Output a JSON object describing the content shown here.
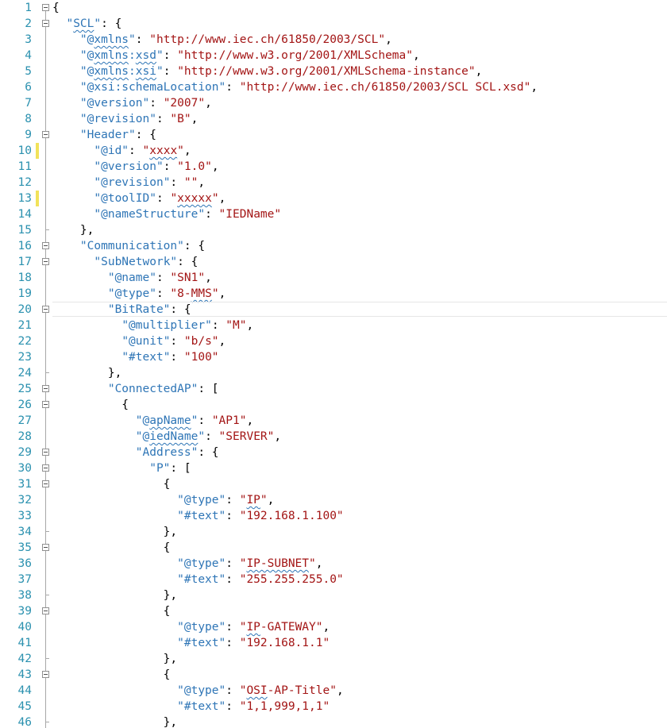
{
  "editor": {
    "colors": {
      "line_number": "#2b91af",
      "key": "#2e75b6",
      "string": "#a31515",
      "punct": "#000000",
      "change_marker": "#f2e25a",
      "spell_squiggle": "#2e75b6"
    },
    "lines": [
      {
        "n": "1",
        "fold": "box",
        "tokens": [
          [
            "p",
            "{"
          ]
        ]
      },
      {
        "n": "2",
        "fold": "box",
        "tokens": [
          [
            "p",
            "  "
          ],
          [
            "k",
            "\""
          ],
          [
            "k",
            "SCL",
            1
          ],
          [
            "k",
            "\""
          ],
          [
            "p",
            ": {"
          ]
        ]
      },
      {
        "n": "3",
        "tokens": [
          [
            "p",
            "    "
          ],
          [
            "k",
            "\"@"
          ],
          [
            "k",
            "xmlns",
            1
          ],
          [
            "k",
            "\""
          ],
          [
            "p",
            ": "
          ],
          [
            "s",
            "\"http://www.iec.ch/61850/2003/SCL\""
          ],
          [
            "p",
            ","
          ]
        ]
      },
      {
        "n": "4",
        "tokens": [
          [
            "p",
            "    "
          ],
          [
            "k",
            "\"@"
          ],
          [
            "k",
            "xmlns",
            1
          ],
          [
            "k",
            ":"
          ],
          [
            "k",
            "xsd",
            1
          ],
          [
            "k",
            "\""
          ],
          [
            "p",
            ": "
          ],
          [
            "s",
            "\"http://www.w3.org/2001/XMLSchema\""
          ],
          [
            "p",
            ","
          ]
        ]
      },
      {
        "n": "5",
        "tokens": [
          [
            "p",
            "    "
          ],
          [
            "k",
            "\"@"
          ],
          [
            "k",
            "xmlns",
            1
          ],
          [
            "k",
            ":"
          ],
          [
            "k",
            "xsi",
            1
          ],
          [
            "k",
            "\""
          ],
          [
            "p",
            ": "
          ],
          [
            "s",
            "\"http://www.w3.org/2001/XMLSchema-instance\""
          ],
          [
            "p",
            ","
          ]
        ]
      },
      {
        "n": "6",
        "tokens": [
          [
            "p",
            "    "
          ],
          [
            "k",
            "\"@xsi:schemaLocation\""
          ],
          [
            "p",
            ": "
          ],
          [
            "s",
            "\"http://www.iec.ch/61850/2003/SCL SCL.xsd\""
          ],
          [
            "p",
            ","
          ]
        ]
      },
      {
        "n": "7",
        "tokens": [
          [
            "p",
            "    "
          ],
          [
            "k",
            "\"@version\""
          ],
          [
            "p",
            ": "
          ],
          [
            "s",
            "\"2007\""
          ],
          [
            "p",
            ","
          ]
        ]
      },
      {
        "n": "8",
        "tokens": [
          [
            "p",
            "    "
          ],
          [
            "k",
            "\"@revision\""
          ],
          [
            "p",
            ": "
          ],
          [
            "s",
            "\"B\""
          ],
          [
            "p",
            ","
          ]
        ]
      },
      {
        "n": "9",
        "fold": "box",
        "tokens": [
          [
            "p",
            "    "
          ],
          [
            "k",
            "\"Header\""
          ],
          [
            "p",
            ": {"
          ]
        ]
      },
      {
        "n": "10",
        "mark": true,
        "tokens": [
          [
            "p",
            "      "
          ],
          [
            "k",
            "\"@id\""
          ],
          [
            "p",
            ": "
          ],
          [
            "s",
            "\""
          ],
          [
            "s",
            "xxxx",
            1
          ],
          [
            "s",
            "\""
          ],
          [
            "p",
            ","
          ]
        ]
      },
      {
        "n": "11",
        "tokens": [
          [
            "p",
            "      "
          ],
          [
            "k",
            "\"@version\""
          ],
          [
            "p",
            ": "
          ],
          [
            "s",
            "\"1.0\""
          ],
          [
            "p",
            ","
          ]
        ]
      },
      {
        "n": "12",
        "tokens": [
          [
            "p",
            "      "
          ],
          [
            "k",
            "\"@revision\""
          ],
          [
            "p",
            ": "
          ],
          [
            "s",
            "\"\""
          ],
          [
            "p",
            ","
          ]
        ]
      },
      {
        "n": "13",
        "mark": true,
        "tokens": [
          [
            "p",
            "      "
          ],
          [
            "k",
            "\"@toolID\""
          ],
          [
            "p",
            ": "
          ],
          [
            "s",
            "\""
          ],
          [
            "s",
            "xxxxx",
            1
          ],
          [
            "s",
            "\""
          ],
          [
            "p",
            ","
          ]
        ]
      },
      {
        "n": "14",
        "tokens": [
          [
            "p",
            "      "
          ],
          [
            "k",
            "\"@nameStructure\""
          ],
          [
            "p",
            ": "
          ],
          [
            "s",
            "\"IEDName\""
          ]
        ]
      },
      {
        "n": "15",
        "fold": "end",
        "tokens": [
          [
            "p",
            "    },"
          ]
        ]
      },
      {
        "n": "16",
        "fold": "box",
        "tokens": [
          [
            "p",
            "    "
          ],
          [
            "k",
            "\"Communication\""
          ],
          [
            "p",
            ": {"
          ]
        ]
      },
      {
        "n": "17",
        "fold": "box",
        "tokens": [
          [
            "p",
            "      "
          ],
          [
            "k",
            "\"SubNetwork\""
          ],
          [
            "p",
            ": {"
          ]
        ]
      },
      {
        "n": "18",
        "tokens": [
          [
            "p",
            "        "
          ],
          [
            "k",
            "\"@name\""
          ],
          [
            "p",
            ": "
          ],
          [
            "s",
            "\"SN1\""
          ],
          [
            "p",
            ","
          ]
        ]
      },
      {
        "n": "19",
        "tokens": [
          [
            "p",
            "        "
          ],
          [
            "k",
            "\"@type\""
          ],
          [
            "p",
            ": "
          ],
          [
            "s",
            "\"8-"
          ],
          [
            "s",
            "MMS",
            1
          ],
          [
            "s",
            "\""
          ],
          [
            "p",
            ","
          ]
        ]
      },
      {
        "n": "20",
        "fold": "box",
        "current": true,
        "tokens": [
          [
            "p",
            "        "
          ],
          [
            "k",
            "\"BitRate\""
          ],
          [
            "p",
            ": {"
          ]
        ]
      },
      {
        "n": "21",
        "tokens": [
          [
            "p",
            "          "
          ],
          [
            "k",
            "\"@multiplier\""
          ],
          [
            "p",
            ": "
          ],
          [
            "s",
            "\"M\""
          ],
          [
            "p",
            ","
          ]
        ]
      },
      {
        "n": "22",
        "tokens": [
          [
            "p",
            "          "
          ],
          [
            "k",
            "\"@unit\""
          ],
          [
            "p",
            ": "
          ],
          [
            "s",
            "\"b/s\""
          ],
          [
            "p",
            ","
          ]
        ]
      },
      {
        "n": "23",
        "tokens": [
          [
            "p",
            "          "
          ],
          [
            "k",
            "\"#text\""
          ],
          [
            "p",
            ": "
          ],
          [
            "s",
            "\"100\""
          ]
        ]
      },
      {
        "n": "24",
        "fold": "end",
        "tokens": [
          [
            "p",
            "        },"
          ]
        ]
      },
      {
        "n": "25",
        "fold": "box",
        "tokens": [
          [
            "p",
            "        "
          ],
          [
            "k",
            "\"ConnectedAP\""
          ],
          [
            "p",
            ": ["
          ]
        ]
      },
      {
        "n": "26",
        "fold": "box",
        "tokens": [
          [
            "p",
            "          {"
          ]
        ]
      },
      {
        "n": "27",
        "tokens": [
          [
            "p",
            "            "
          ],
          [
            "k",
            "\"@"
          ],
          [
            "k",
            "apName",
            1
          ],
          [
            "k",
            "\""
          ],
          [
            "p",
            ": "
          ],
          [
            "s",
            "\"AP1\""
          ],
          [
            "p",
            ","
          ]
        ]
      },
      {
        "n": "28",
        "tokens": [
          [
            "p",
            "            "
          ],
          [
            "k",
            "\"@"
          ],
          [
            "k",
            "iedName",
            1
          ],
          [
            "k",
            "\""
          ],
          [
            "p",
            ": "
          ],
          [
            "s",
            "\"SERVER\""
          ],
          [
            "p",
            ","
          ]
        ]
      },
      {
        "n": "29",
        "fold": "box",
        "tokens": [
          [
            "p",
            "            "
          ],
          [
            "k",
            "\"Address\""
          ],
          [
            "p",
            ": {"
          ]
        ]
      },
      {
        "n": "30",
        "fold": "box",
        "tokens": [
          [
            "p",
            "              "
          ],
          [
            "k",
            "\"P\""
          ],
          [
            "p",
            ": ["
          ]
        ]
      },
      {
        "n": "31",
        "fold": "box",
        "tokens": [
          [
            "p",
            "                {"
          ]
        ]
      },
      {
        "n": "32",
        "tokens": [
          [
            "p",
            "                  "
          ],
          [
            "k",
            "\"@type\""
          ],
          [
            "p",
            ": "
          ],
          [
            "s",
            "\""
          ],
          [
            "s",
            "IP",
            1
          ],
          [
            "s",
            "\""
          ],
          [
            "p",
            ","
          ]
        ]
      },
      {
        "n": "33",
        "tokens": [
          [
            "p",
            "                  "
          ],
          [
            "k",
            "\"#text\""
          ],
          [
            "p",
            ": "
          ],
          [
            "s",
            "\"192.168.1.100\""
          ]
        ]
      },
      {
        "n": "34",
        "fold": "end",
        "tokens": [
          [
            "p",
            "                },"
          ]
        ]
      },
      {
        "n": "35",
        "fold": "box",
        "tokens": [
          [
            "p",
            "                {"
          ]
        ]
      },
      {
        "n": "36",
        "tokens": [
          [
            "p",
            "                  "
          ],
          [
            "k",
            "\"@type\""
          ],
          [
            "p",
            ": "
          ],
          [
            "s",
            "\""
          ],
          [
            "s",
            "IP-SUBNET",
            1
          ],
          [
            "s",
            "\""
          ],
          [
            "p",
            ","
          ]
        ]
      },
      {
        "n": "37",
        "tokens": [
          [
            "p",
            "                  "
          ],
          [
            "k",
            "\"#text\""
          ],
          [
            "p",
            ": "
          ],
          [
            "s",
            "\"255.255.255.0\""
          ]
        ]
      },
      {
        "n": "38",
        "fold": "end",
        "tokens": [
          [
            "p",
            "                },"
          ]
        ]
      },
      {
        "n": "39",
        "fold": "box",
        "tokens": [
          [
            "p",
            "                {"
          ]
        ]
      },
      {
        "n": "40",
        "tokens": [
          [
            "p",
            "                  "
          ],
          [
            "k",
            "\"@type\""
          ],
          [
            "p",
            ": "
          ],
          [
            "s",
            "\""
          ],
          [
            "s",
            "IP",
            1
          ],
          [
            "s",
            "-GATEWAY\""
          ],
          [
            "p",
            ","
          ]
        ]
      },
      {
        "n": "41",
        "tokens": [
          [
            "p",
            "                  "
          ],
          [
            "k",
            "\"#text\""
          ],
          [
            "p",
            ": "
          ],
          [
            "s",
            "\"192.168.1.1\""
          ]
        ]
      },
      {
        "n": "42",
        "fold": "end",
        "tokens": [
          [
            "p",
            "                },"
          ]
        ]
      },
      {
        "n": "43",
        "fold": "box",
        "tokens": [
          [
            "p",
            "                {"
          ]
        ]
      },
      {
        "n": "44",
        "tokens": [
          [
            "p",
            "                  "
          ],
          [
            "k",
            "\"@type\""
          ],
          [
            "p",
            ": "
          ],
          [
            "s",
            "\""
          ],
          [
            "s",
            "OSI",
            1
          ],
          [
            "s",
            "-AP-Title\""
          ],
          [
            "p",
            ","
          ]
        ]
      },
      {
        "n": "45",
        "tokens": [
          [
            "p",
            "                  "
          ],
          [
            "k",
            "\"#text\""
          ],
          [
            "p",
            ": "
          ],
          [
            "s",
            "\"1,1,999,1,1\""
          ]
        ]
      },
      {
        "n": "46",
        "fold": "end",
        "tokens": [
          [
            "p",
            "                },"
          ]
        ]
      }
    ]
  }
}
